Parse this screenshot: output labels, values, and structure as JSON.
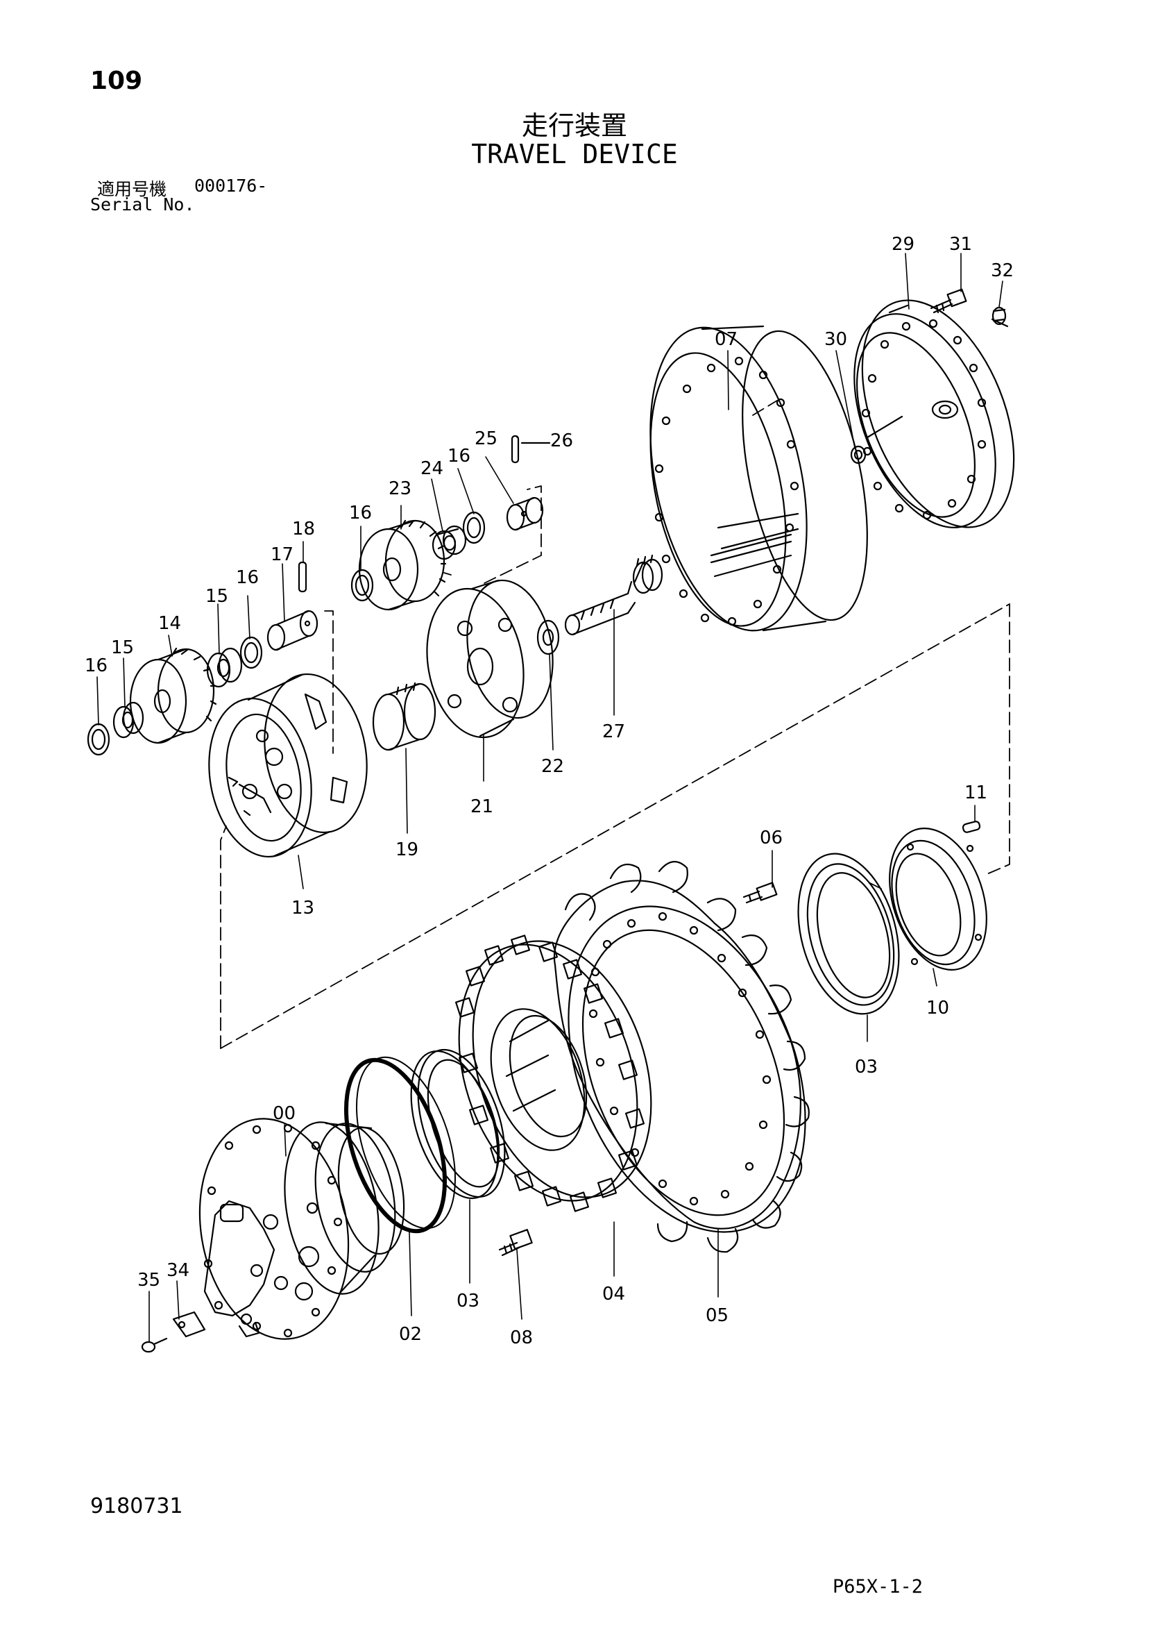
{
  "page": {
    "number": "109",
    "title_jp": "走行装置",
    "title_en": "TRAVEL DEVICE",
    "serial_label_jp": "適用号機",
    "serial_value": "000176-",
    "serial_label_en": "Serial No.",
    "doc_number": "9180731",
    "page_code": "P65X-1-2"
  },
  "callouts": [
    "29",
    "31",
    "32",
    "07",
    "30",
    "26",
    "25",
    "16",
    "24",
    "23",
    "16",
    "18",
    "17",
    "16",
    "15",
    "14",
    "15",
    "16",
    "21",
    "22",
    "27",
    "19",
    "13",
    "11",
    "06",
    "10",
    "03",
    "00",
    "34",
    "35",
    "02",
    "03",
    "08",
    "04",
    "05"
  ],
  "colors": {
    "ink": "#000000",
    "paper": "#ffffff"
  }
}
